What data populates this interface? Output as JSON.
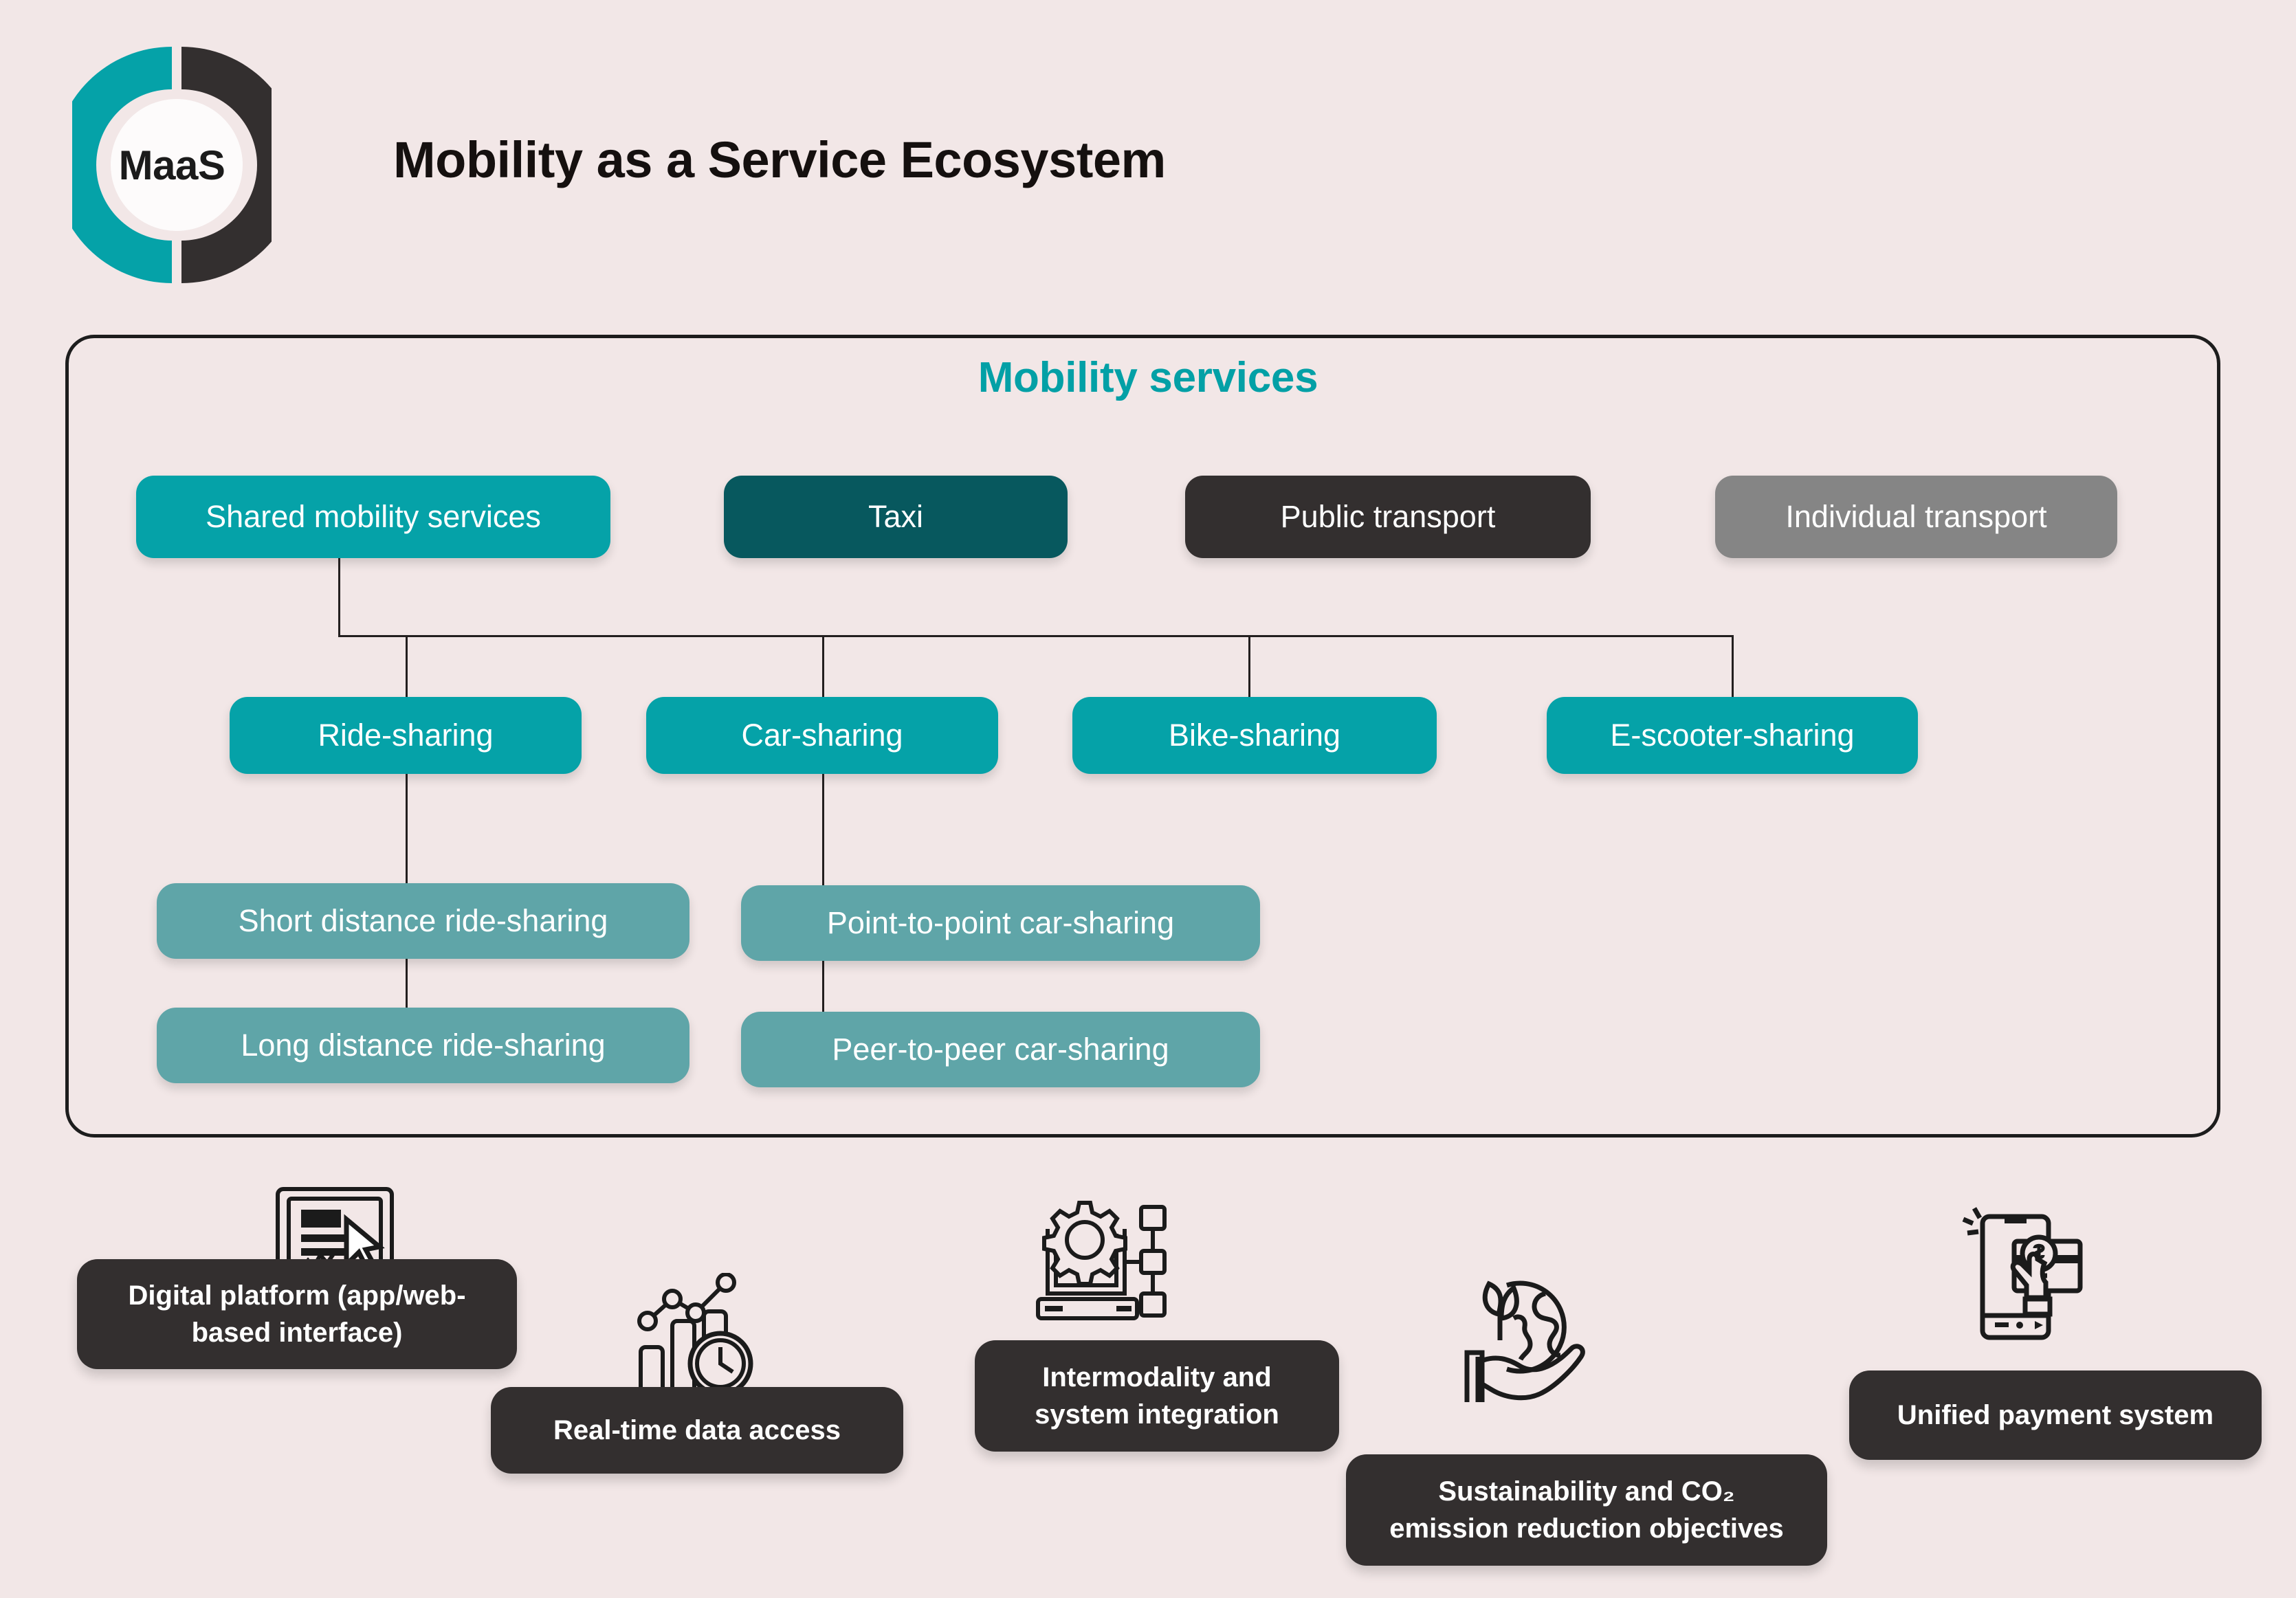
{
  "header": {
    "logo_label": "MaaS",
    "title": "Mobility as a Service Ecosystem",
    "logo_teal": "#05A2A8",
    "logo_dark": "#332F2F"
  },
  "panel": {
    "title": "Mobility services",
    "border_color": "#1D1D1D",
    "title_color": "#03A0A6"
  },
  "background_color": "#F2E7E7",
  "tree": {
    "level1": [
      {
        "label": "Shared mobility services",
        "color": "#05A2A8"
      },
      {
        "label": "Taxi",
        "color": "#07585E"
      },
      {
        "label": "Public transport",
        "color": "#332F2F"
      },
      {
        "label": "Individual transport",
        "color": "#858585"
      }
    ],
    "level2": [
      {
        "label": "Ride-sharing",
        "color": "#05A2A8"
      },
      {
        "label": "Car-sharing",
        "color": "#05A2A8"
      },
      {
        "label": "Bike-sharing",
        "color": "#05A2A8"
      },
      {
        "label": "E-scooter-sharing",
        "color": "#05A2A8"
      }
    ],
    "level3_ride": [
      {
        "label": "Short distance ride-sharing",
        "color": "#5FA5A8"
      },
      {
        "label": "Long distance ride-sharing",
        "color": "#5FA5A8"
      }
    ],
    "level3_car": [
      {
        "label": "Point-to-point car-sharing",
        "color": "#5FA5A8"
      },
      {
        "label": "Peer-to-peer car-sharing",
        "color": "#5FA5A8"
      }
    ]
  },
  "features": [
    {
      "icon": "monitor-cursor-icon",
      "line1": "Digital platform (app/web-",
      "line2": "based interface)"
    },
    {
      "icon": "bar-chart-clock-icon",
      "line1": "Real-time data access",
      "line2": ""
    },
    {
      "icon": "computer-gear-network-icon",
      "line1": "Intermodality and",
      "line2": "system integration"
    },
    {
      "icon": "globe-leaf-hand-icon",
      "line1": "Sustainability and CO₂",
      "line2": "emission reduction objectives"
    },
    {
      "icon": "phone-card-tap-icon",
      "line1": "Unified payment system",
      "line2": ""
    }
  ]
}
